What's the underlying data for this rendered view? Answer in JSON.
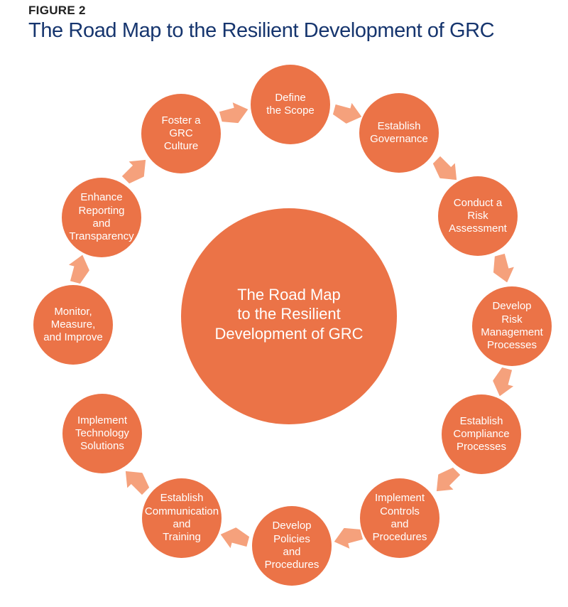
{
  "figure": {
    "label": "FIGURE 2",
    "title": "The Road Map to the Resilient Development of GRC"
  },
  "diagram": {
    "center_label": "The Road Map\nto the Resilient\nDevelopment of GRC",
    "colors": {
      "node_fill": "#EB7347",
      "arrow_fill": "#F5A17C",
      "node_text": "#FFFFFF",
      "figure_label_color": "#212121",
      "title_color": "#16356E",
      "background": "#FFFFFF"
    },
    "steps": [
      {
        "label": "Define\nthe Scope"
      },
      {
        "label": "Establish\nGovernance"
      },
      {
        "label": "Conduct a\nRisk\nAssessment"
      },
      {
        "label": "Develop\nRisk\nManagement\nProcesses"
      },
      {
        "label": "Establish\nCompliance\nProcesses"
      },
      {
        "label": "Implement\nControls\nand\nProcedures"
      },
      {
        "label": "Develop\nPolicies\nand\nProcedures"
      },
      {
        "label": "Establish\nCommunication\nand\nTraining"
      },
      {
        "label": "Implement\nTechnology\nSolutions"
      },
      {
        "label": "Monitor,\nMeasure,\nand Improve"
      },
      {
        "label": "Enhance\nReporting\nand\nTransparency"
      },
      {
        "label": "Foster a\nGRC\nCulture"
      }
    ]
  }
}
